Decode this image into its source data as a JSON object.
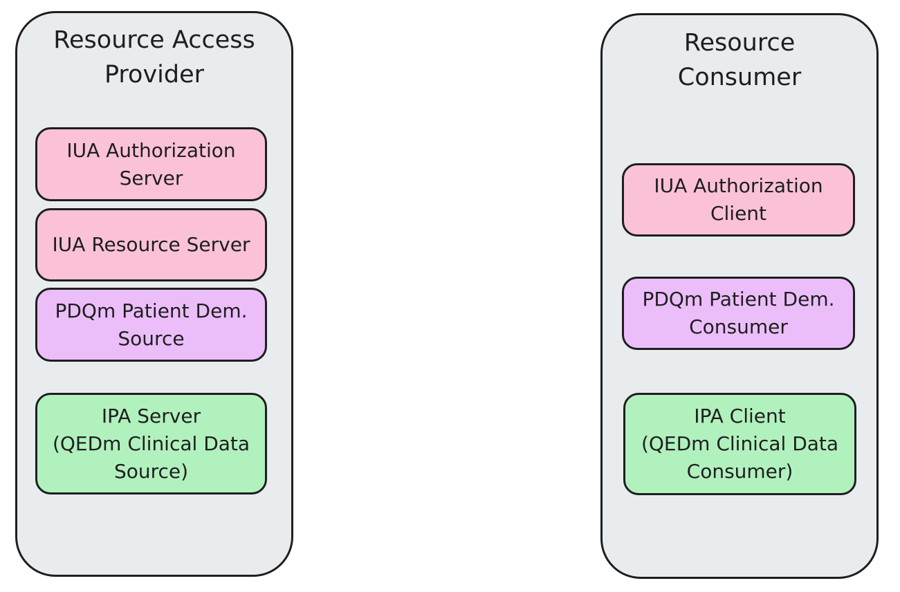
{
  "provider": {
    "title": "Resource Access\nProvider",
    "actors": [
      {
        "label": "IUA Authorization\nServer"
      },
      {
        "label": "IUA Resource Server"
      },
      {
        "label": "PDQm Patient Dem.\nSource"
      },
      {
        "label": "IPA Server\n(QEDm Clinical Data\nSource)"
      }
    ]
  },
  "consumer": {
    "title": "Resource\nConsumer",
    "actors": [
      {
        "label": "IUA Authorization\nClient"
      },
      {
        "label": "PDQm Patient Dem.\nConsumer"
      },
      {
        "label": "IPA Client\n(QEDm Clinical Data\nConsumer)"
      }
    ]
  },
  "colors": {
    "iua": "#fbc2d7",
    "pdqm": "#ebbefa",
    "ipa": "#b1f1be",
    "group_background": "#e9ecef",
    "border": "#1e1e1e"
  }
}
